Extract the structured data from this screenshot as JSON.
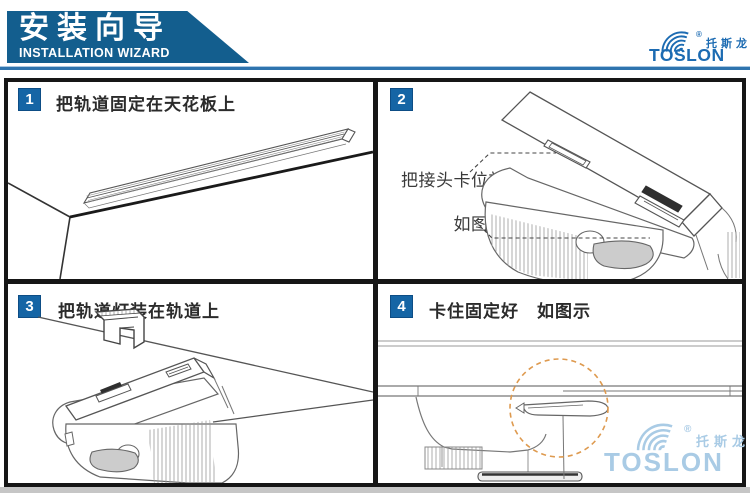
{
  "header": {
    "title_cn": "安装向导",
    "title_en": "INSTALLATION WIZARD"
  },
  "brand": {
    "name": "TOSLON",
    "name_cn": "托斯龙",
    "registered": "®"
  },
  "steps": [
    {
      "num": "1",
      "caption": "把轨道固定在天花板上"
    },
    {
      "num": "2",
      "caption": ""
    },
    {
      "num": "3",
      "caption": "把轨道灯装在轨道上"
    },
    {
      "num": "4",
      "caption": "卡住固定好　如图示"
    }
  ],
  "annotations": {
    "step2_line1": "把接头卡位放平",
    "step2_line2": "如图示"
  },
  "colors": {
    "banner_blue": "#135e8e",
    "badge_blue": "#1565a5",
    "divider_blue": "#2e74ae",
    "logo_blue": "#1c6bb2",
    "watermark_blue": "#a9cbe5",
    "highlight_orange": "#de9a4f",
    "line_gray": "#5a5a5a"
  }
}
